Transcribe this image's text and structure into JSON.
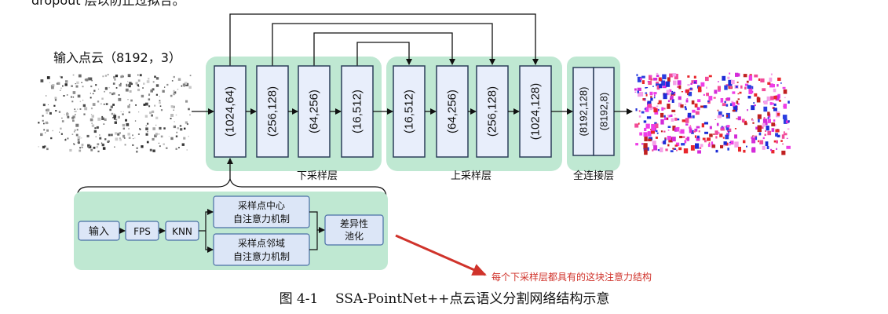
{
  "header": {
    "fragment": "dropout 层以防止过拟合。"
  },
  "input": {
    "label": "输入点云（8192，3）"
  },
  "groups": {
    "downsample": "下采样层",
    "upsample": "上采样层",
    "fc": "全连接层"
  },
  "layers": {
    "down": [
      "(1024,64)",
      "(256,128)",
      "(64,256)",
      "(16,512)"
    ],
    "up": [
      "(16,512)",
      "(64,256)",
      "(256,128)",
      "(1024,128)"
    ],
    "fc": [
      "(8192,128)",
      "(8192,8)"
    ]
  },
  "detail": {
    "input": "输入",
    "fps": "FPS",
    "knn": "KNN",
    "center_line1": "采样点中心",
    "center_line2": "自注意力机制",
    "neighbor_line1": "采样点邻域",
    "neighbor_line2": "自注意力机制",
    "pool_line1": "差异性",
    "pool_line2": "池化"
  },
  "annotation": {
    "text": "每个下采样层都具有的这块注意力结构",
    "color": "#d0332b"
  },
  "caption": {
    "text": "图 4-1    SSA-PointNet++点云语义分割网络结构示意"
  },
  "colors": {
    "group_fill": "#bfe8d2",
    "box_fill": "#e8eefb",
    "box_stroke": "#2c3e5a",
    "detail_box_fill": "#dce6f7",
    "detail_box_stroke": "#4a6fa5"
  }
}
